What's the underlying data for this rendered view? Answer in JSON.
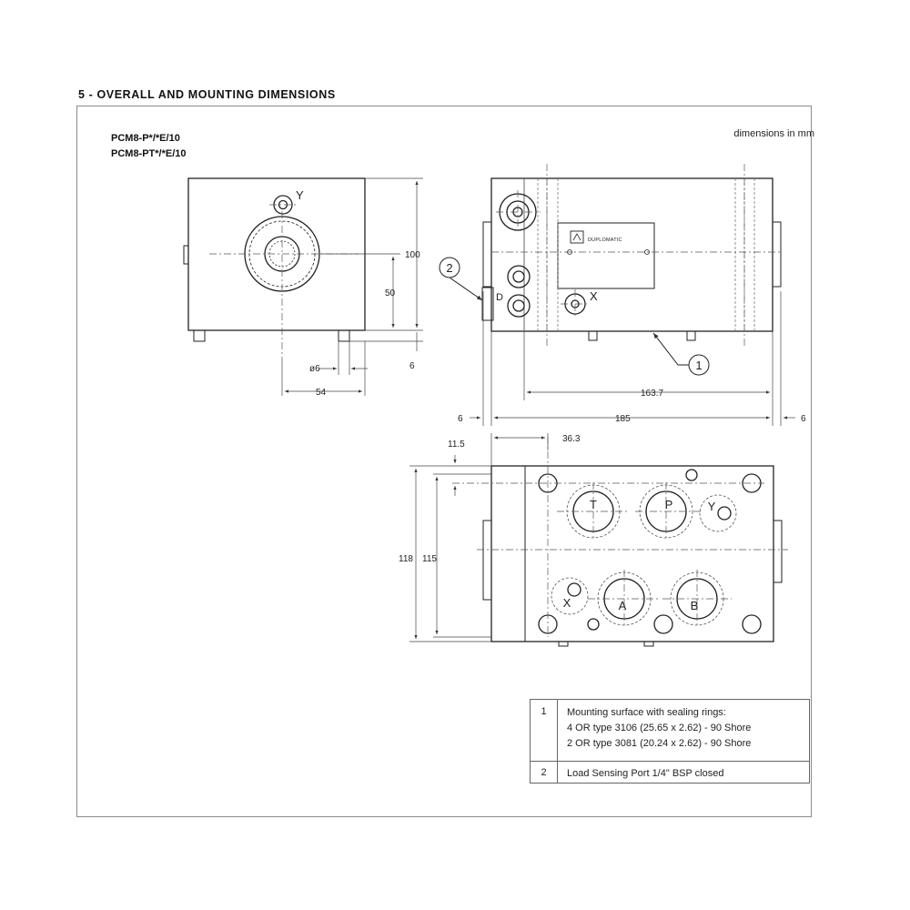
{
  "section_title": "5 - OVERALL AND MOUNTING DIMENSIONS",
  "model_codes": [
    "PCM8-P*/*E/10",
    "PCM8-PT*/*E/10"
  ],
  "units_note": "dimensions in mm",
  "port_labels": {
    "Y": "Y",
    "X": "X",
    "D": "D",
    "T": "T",
    "P": "P",
    "A": "A",
    "B": "B"
  },
  "callouts": {
    "mounting_surface": "1",
    "load_sensing": "2"
  },
  "nameplate_brand": "DUPLOMATIC",
  "dimensions": {
    "height": "100",
    "axis_height": "50",
    "foot_height": "6",
    "pin_dia": "ø6",
    "pin_offset": "54",
    "mount_length": "163.7",
    "overall_length": "185",
    "end_left": "6",
    "end_right": "6",
    "offset_small": "11.5",
    "offset_large": "36.3",
    "width_outer": "118",
    "width_inner": "115"
  },
  "legend": [
    {
      "number": "1",
      "lines": [
        "Mounting surface with sealing rings:",
        "4 OR type 3106 (25.65 x 2.62) - 90 Shore",
        "2 OR type 3081 (20.24 x 2.62) - 90 Shore"
      ]
    },
    {
      "number": "2",
      "lines": [
        "Load Sensing Port 1/4\"  BSP closed"
      ]
    }
  ]
}
